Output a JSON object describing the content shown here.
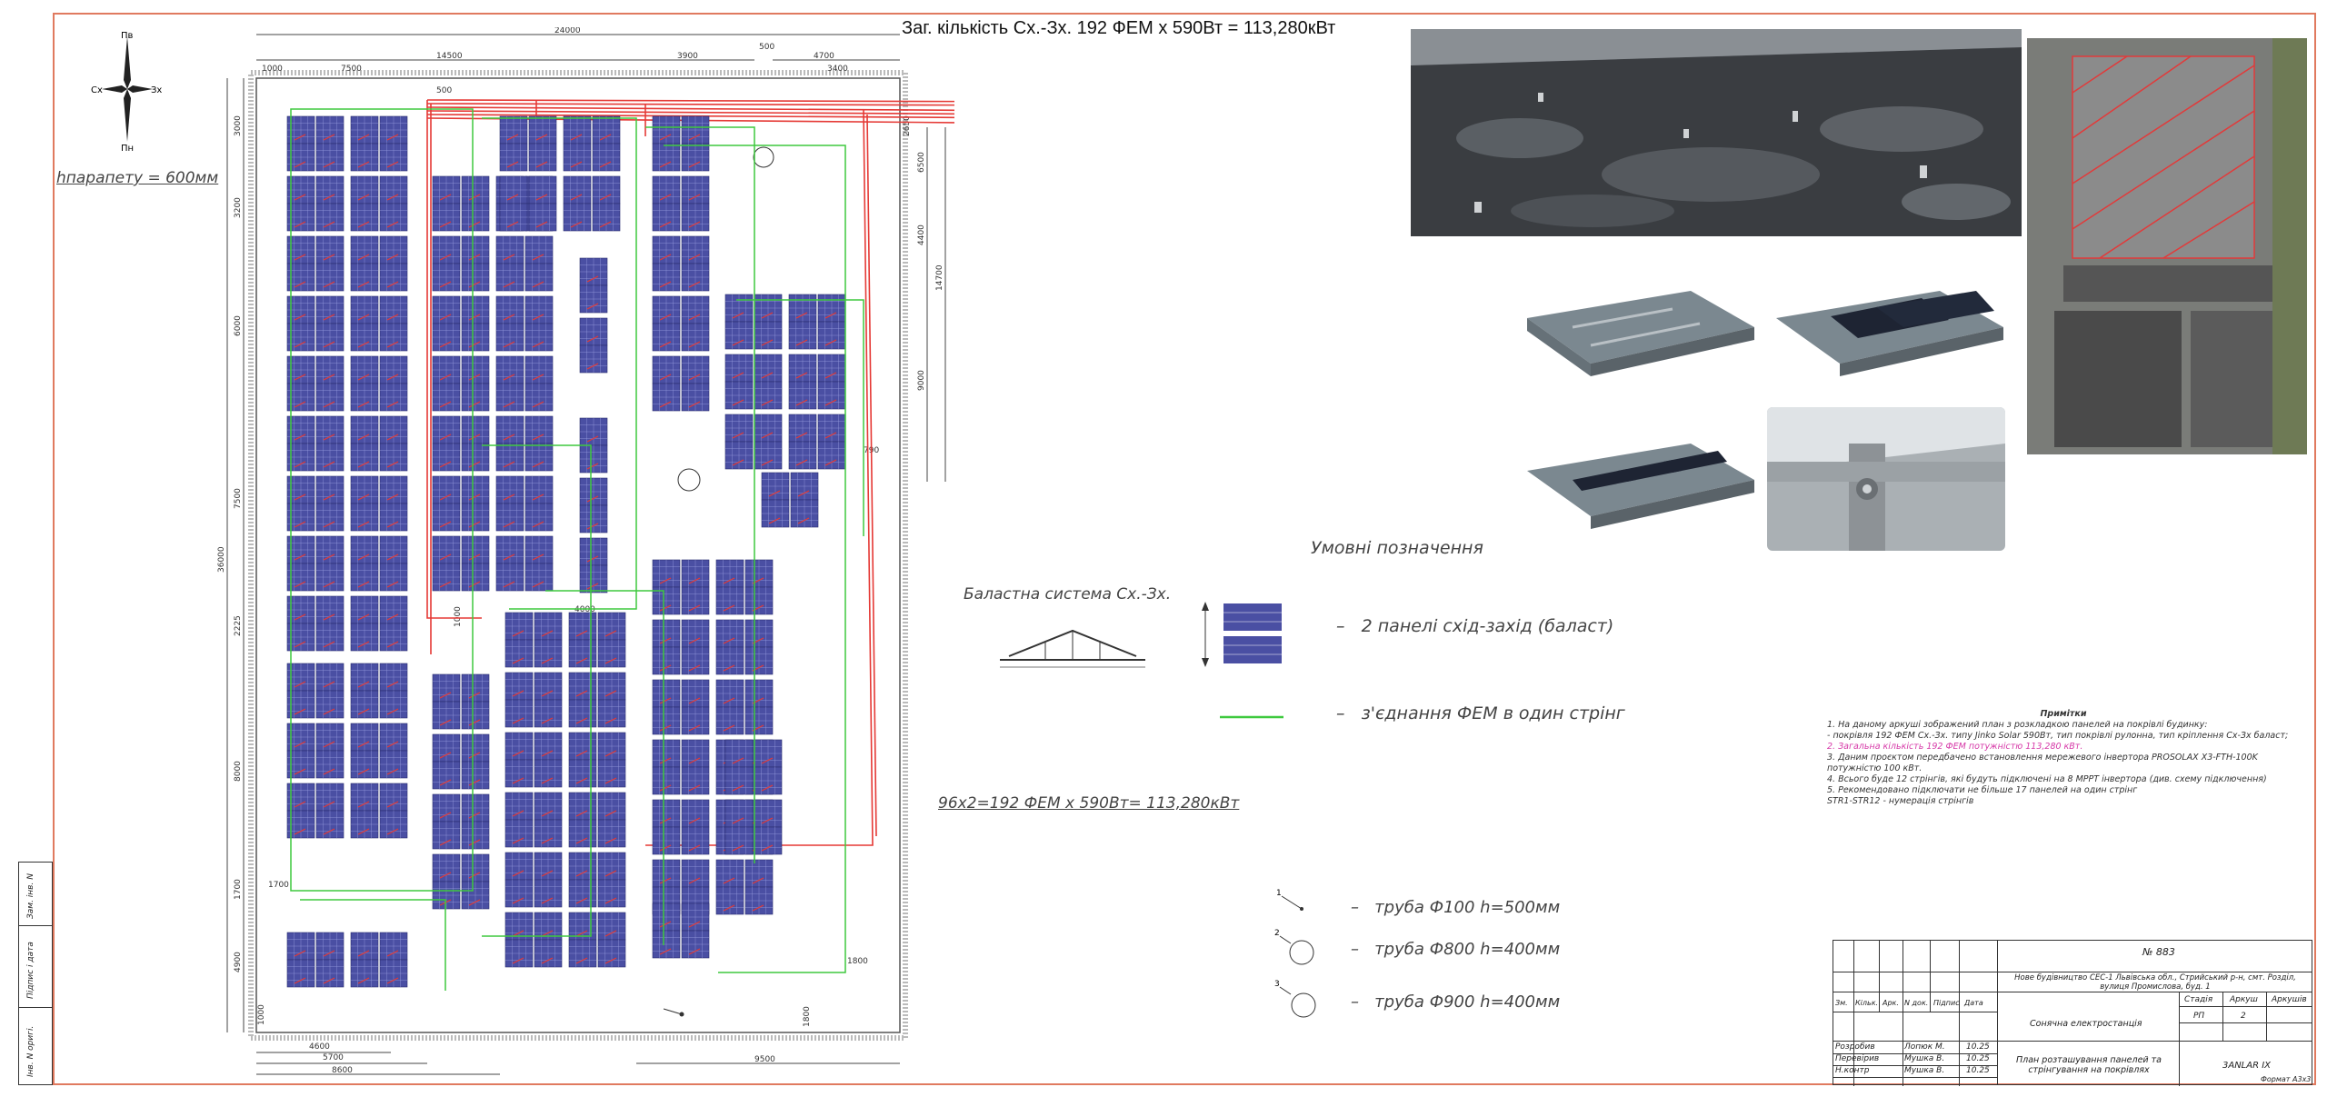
{
  "title": "Заг. кількість Сх.-Зх. 192 ФЕМ x 590Вт = 113,280кВт",
  "compass": {
    "north": "Пв",
    "south": "Пн",
    "east": "Зх",
    "west": "Сх"
  },
  "parapet_label": "hпарапету = 600мм",
  "total_label": "96х2=192 ФЕМ х 590Вт= 113,280кВт",
  "ballast_label": "Баластна система Сх.-Зх.",
  "legend": {
    "title": "Умовні позначення",
    "items": [
      {
        "text": "2 панелі схід-захід (баласт)"
      },
      {
        "text": "з'єднання ФЕМ в один стрінг"
      },
      {
        "num": "1",
        "text": "труба Ф100 h=500мм"
      },
      {
        "num": "2",
        "text": "труба Ф800 h=400мм"
      },
      {
        "num": "3",
        "text": "труба Ф900 h=400мм"
      }
    ]
  },
  "dims": {
    "top_total": "24000",
    "top_a": "14500",
    "top_b": "3900",
    "top_c": "500",
    "top_d": "4700",
    "top_e": "1000",
    "top_f": "7500",
    "top_g": "3400",
    "top_h": "500",
    "left_total": "36000",
    "left_a": "3000",
    "left_b": "3200",
    "left_c": "6000",
    "left_d": "7500",
    "left_e": "2225",
    "left_f": "8000",
    "left_g": "1700",
    "left_h": "4900",
    "left_i": "1000",
    "right_a": "2650",
    "right_b": "6500",
    "right_c": "4400",
    "right_d": "14700",
    "right_e": "9000",
    "right_f": "1800",
    "right_g": "1800",
    "bot_a": "4600",
    "bot_b": "5700",
    "bot_c": "8600",
    "bot_d": "9500",
    "bot_e": "1700",
    "inner_a": "4000",
    "inner_b": "1000",
    "inner_c": "790"
  },
  "notes": {
    "heading": "Примітки",
    "lines": [
      "1.    На даному аркуші зображений план з розкладкою панелей на покрівлі будинку:",
      "-     покрівля 192 ФЕМ Сх.-Зх. типу Jinko Solar 590Вт, тип покрівлі рулонна, тип кріплення Сх-Зх баласт;",
      "2.    Загальна кількість 192 ФЕМ потужністю 113,280 кВт.",
      "3.    Даним проєктом передбачено встановлення мережевого інвертора PROSOLAX X3-FTH-100K",
      "потужністю 100 кВт.",
      "4.    Всього буде 12 стрінгів, які будуть підключені на 8 MPPT інвертора (див. схему підключення)",
      "5.    Рекомендовано підключати не більше 17 панелей на один стрінг",
      "       STR1-STR12 - нумерація стрінгів"
    ]
  },
  "stamp": {
    "number": "№ 883",
    "object": "Нове будівництво СЕС-1 Львівська обл., Стрийський р-н, смт. Розділ, вулиця Промислова, буд. 1",
    "plant": "Сонячна електростанція",
    "sheet_title": "План розташування панелей та стрінгування на покрівлях",
    "company": "3ANLAR ІХ",
    "cols": [
      "Зм.",
      "Кільк.",
      "Арк.",
      "N док.",
      "Підпис",
      "Дата"
    ],
    "stage_h": "Стадія",
    "sheet_h": "Аркуш",
    "sheets_h": "Аркушів",
    "stage": "РП",
    "sheet": "2",
    "rows": [
      {
        "role": "Розробив",
        "name": "Лопюк М.",
        "date": "10.25"
      },
      {
        "role": "Перевірив",
        "name": "Мушка В.",
        "date": "10.25"
      },
      {
        "role": "Н.контр",
        "name": "Мушка В.",
        "date": "10.25"
      }
    ],
    "format": "Формат А3х3"
  },
  "side_stamp": {
    "a": "Зам. інв. N",
    "b": "Підпис і дата",
    "c": "Інв. N оригі."
  },
  "colors": {
    "border": "#e07a5f",
    "panel": "#4a4fa3",
    "string": "#3ec93e",
    "cable": "#e53935"
  }
}
